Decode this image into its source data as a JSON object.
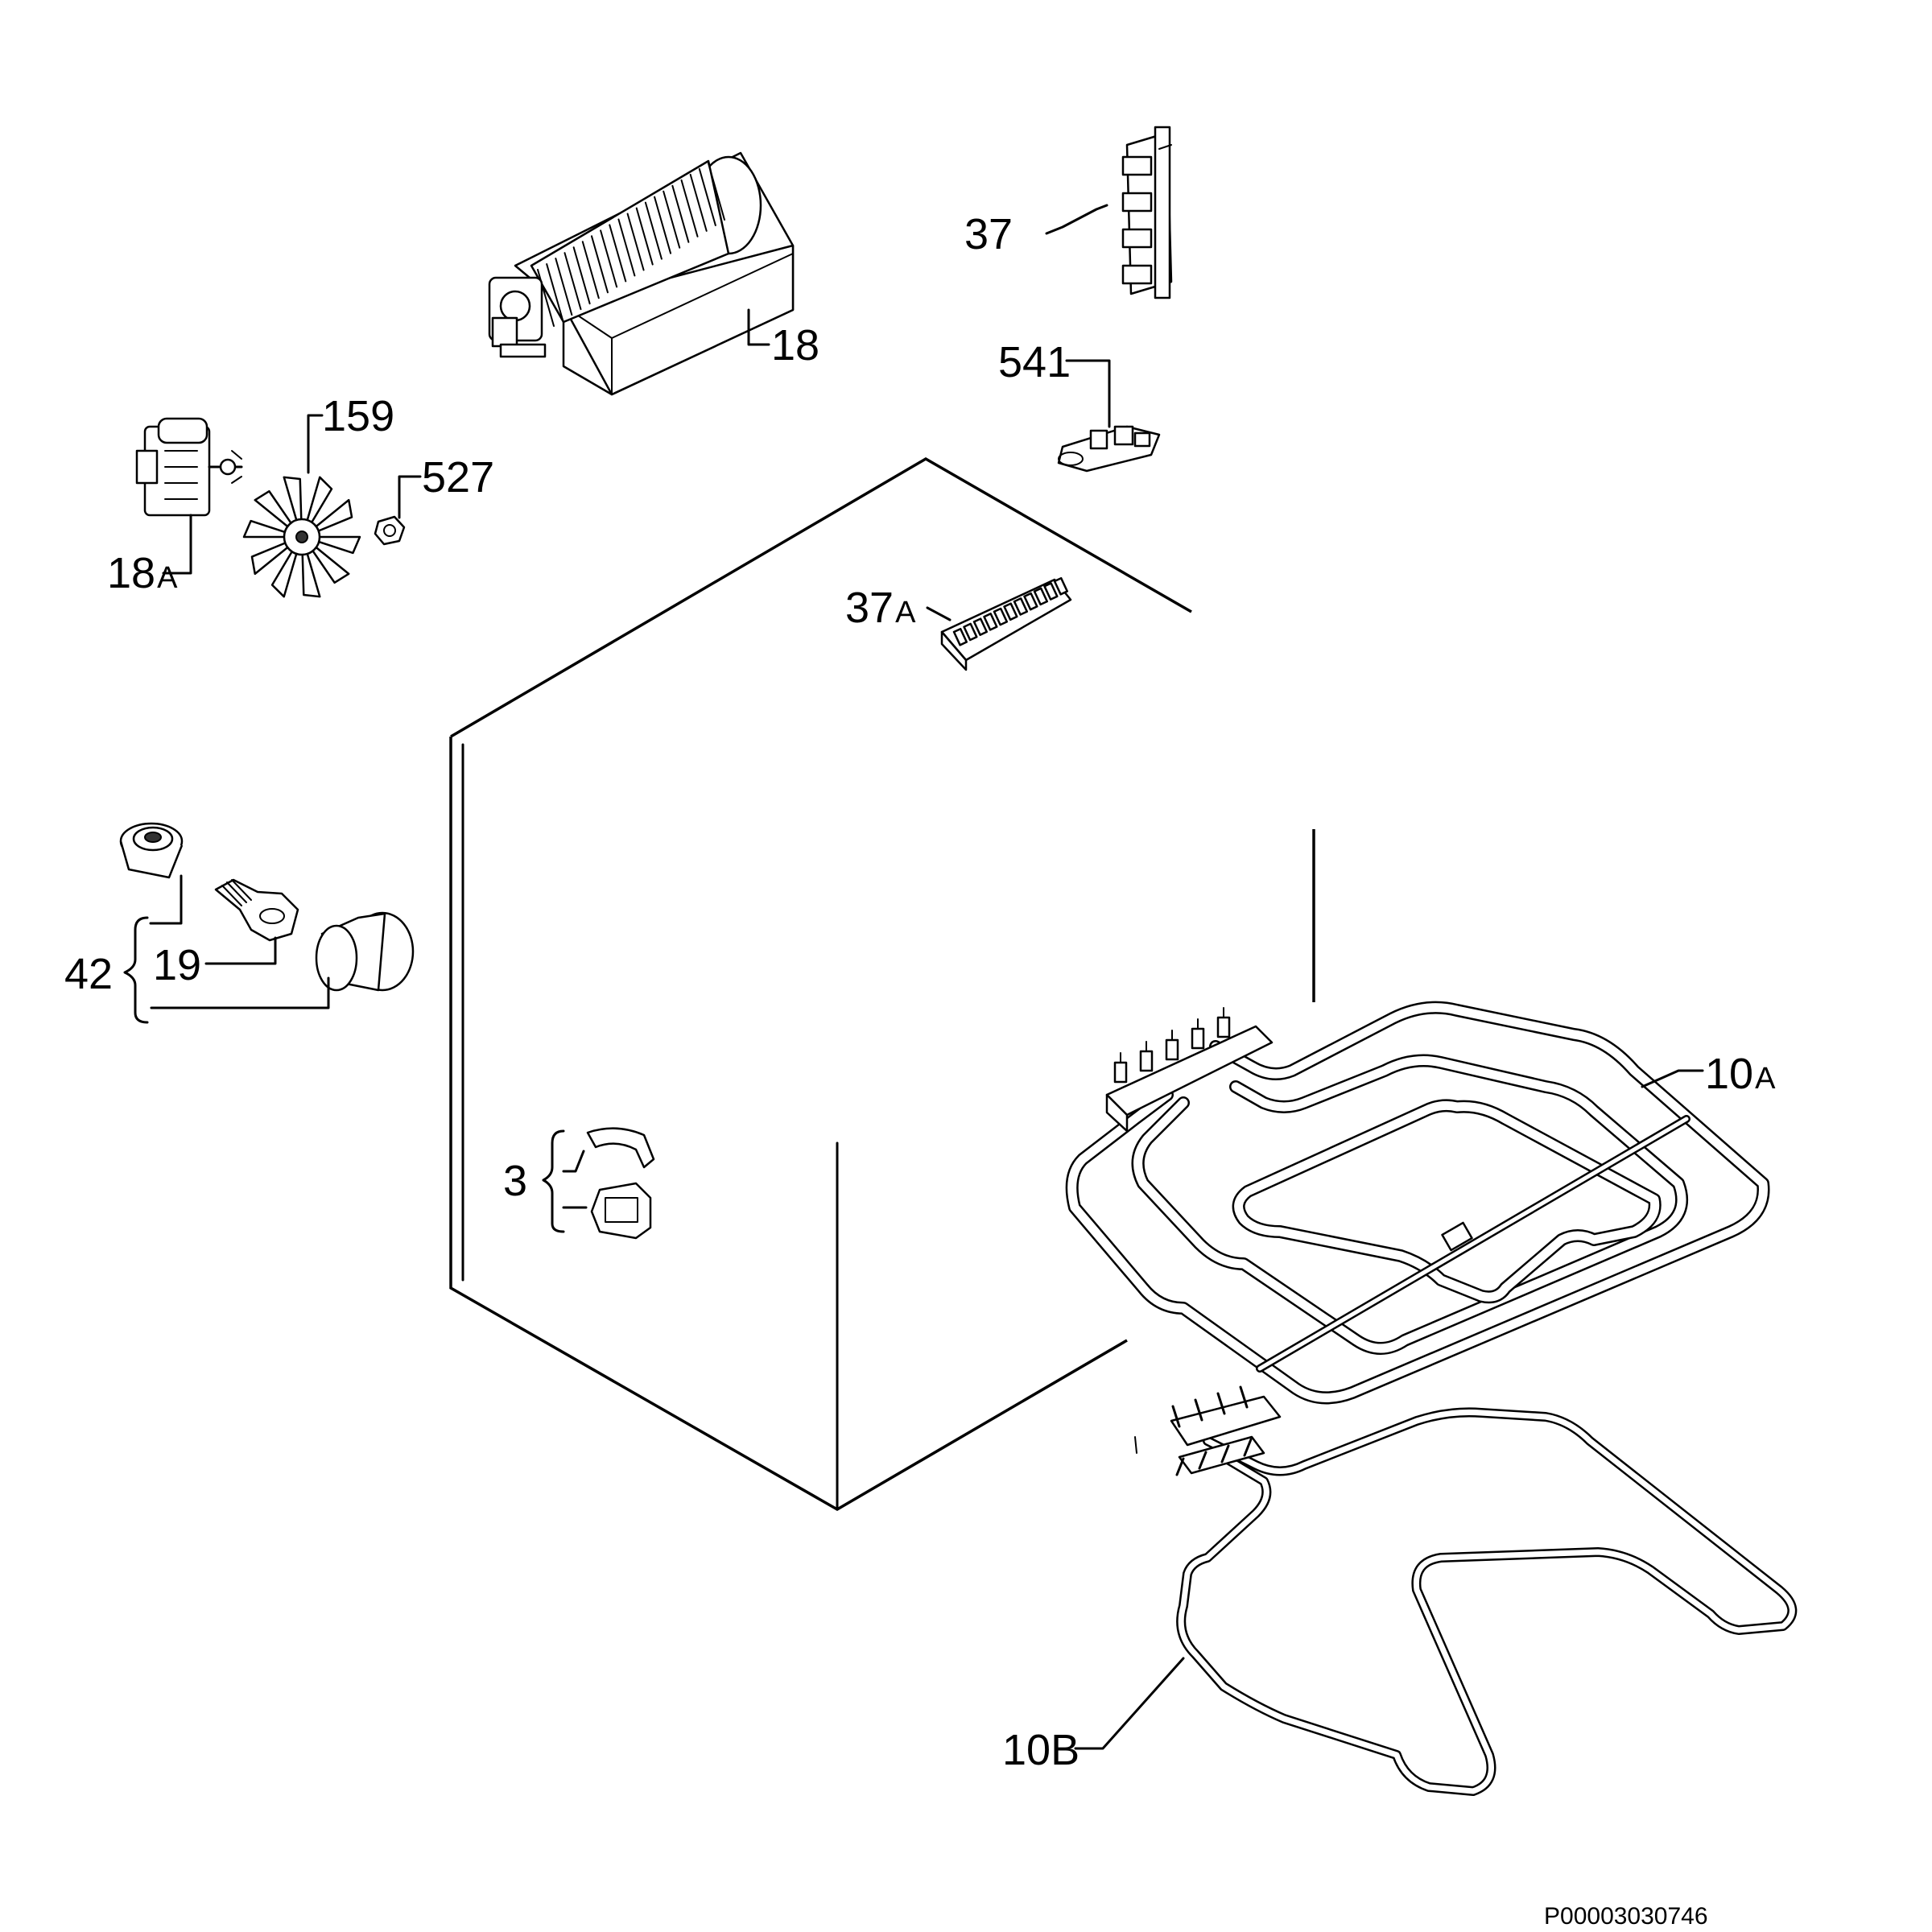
{
  "callouts": {
    "fan_assembly": "18",
    "fan_motor_main": "18",
    "fan_motor_suffix": "A",
    "fan_blade": "159",
    "nut": "527",
    "terminal_block_main": "37",
    "terminal_block_a_main": "37",
    "terminal_block_a_suffix": "A",
    "thermostat": "541",
    "lamp_set": "42",
    "lamp_bulb": "19",
    "clip_set": "3",
    "grill_element_main": "10",
    "grill_element_suffix": "A",
    "bottom_element": "10B"
  },
  "reference_number": "P00003030746"
}
